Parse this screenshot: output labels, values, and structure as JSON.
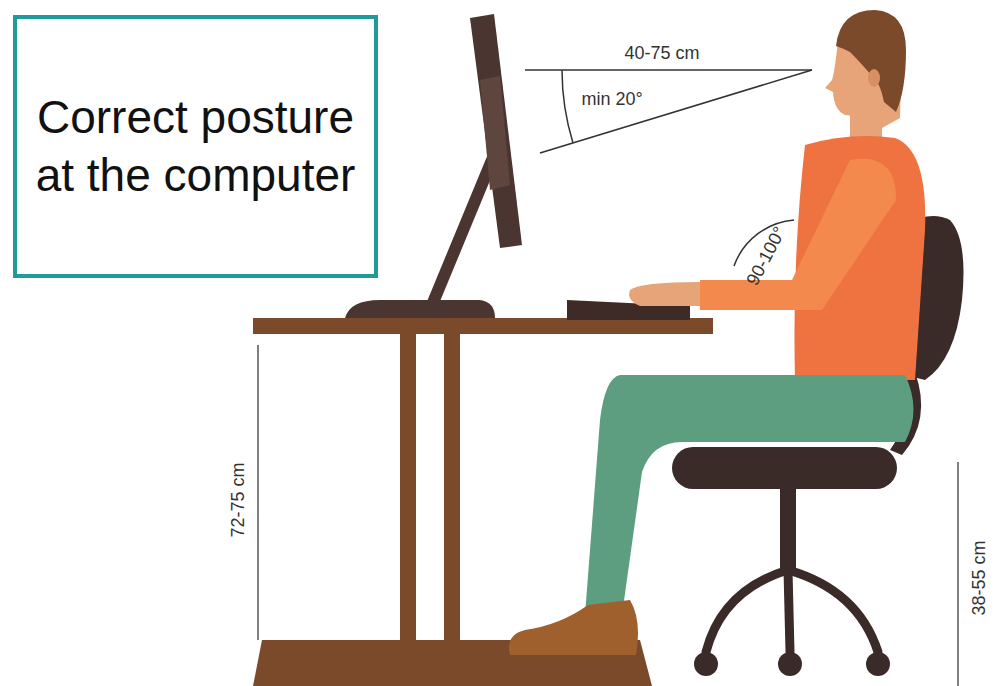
{
  "diagram": {
    "nodes": [
      {
        "text": [
          "Correct posture at the computer"
        ]
      }
    ],
    "labels": [
      "40-75 cm",
      "min 20°",
      "90-100°",
      "72-75 cm",
      "38-55 cm"
    ]
  }
}
